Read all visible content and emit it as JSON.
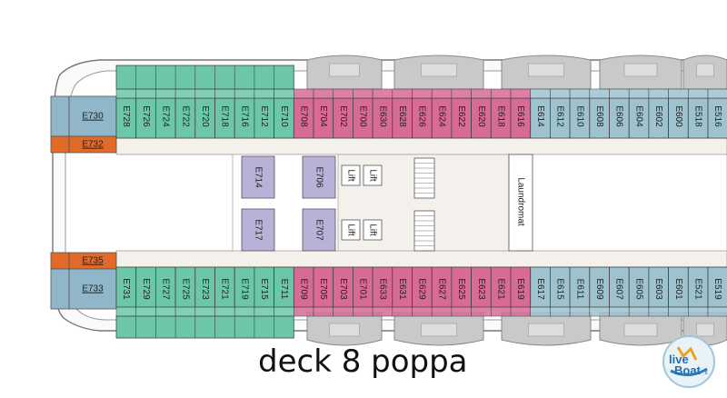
{
  "caption": "deck 8 poppa",
  "watermark": "liveBoat.it",
  "colors": {
    "suite_blue": "#8fb7c9",
    "orange": "#e06a2a",
    "teal": "#6cc7a8",
    "pink": "#d86a96",
    "blue": "#9ec3cf",
    "purple": "#b9b2d8",
    "lifeboat": "#c9c9c9",
    "corridor": "#f4f1ec"
  },
  "upper_left": [
    {
      "label": "E730",
      "type": "suite"
    },
    {
      "label": "E732",
      "type": "orange"
    }
  ],
  "lower_left": [
    {
      "label": "E735",
      "type": "orange"
    },
    {
      "label": "E733",
      "type": "suite"
    }
  ],
  "upper_row": [
    "E728",
    "E726",
    "E724",
    "E722",
    "E720",
    "E718",
    "E716",
    "E712",
    "E710",
    "E708",
    "E704",
    "E702",
    "E700",
    "E630",
    "E628",
    "E626",
    "E624",
    "E622",
    "E620",
    "E618",
    "E616",
    "E614",
    "E612",
    "E610",
    "E608",
    "E606",
    "E604",
    "E602",
    "E600",
    "E518",
    "E516"
  ],
  "upper_types": [
    "teal",
    "teal",
    "teal",
    "teal",
    "teal",
    "teal",
    "teal",
    "teal",
    "teal",
    "pink",
    "pink",
    "pink",
    "pink",
    "pink",
    "pink",
    "pink",
    "pink",
    "pink",
    "pink",
    "pink",
    "pink",
    "blue",
    "blue",
    "blue",
    "blue",
    "blue",
    "blue",
    "blue",
    "blue",
    "blue",
    "blue"
  ],
  "lower_row": [
    "E731",
    "E729",
    "E727",
    "E725",
    "E723",
    "E721",
    "E719",
    "E715",
    "E711",
    "E709",
    "E705",
    "E703",
    "E701",
    "E633",
    "E631",
    "E629",
    "E627",
    "E625",
    "E623",
    "E621",
    "E619",
    "E617",
    "E615",
    "E611",
    "E609",
    "E607",
    "E605",
    "E603",
    "E601",
    "E521",
    "E519"
  ],
  "lower_types": [
    "teal",
    "teal",
    "teal",
    "teal",
    "teal",
    "teal",
    "teal",
    "teal",
    "teal",
    "pink",
    "pink",
    "pink",
    "pink",
    "pink",
    "pink",
    "pink",
    "pink",
    "pink",
    "pink",
    "pink",
    "pink",
    "blue",
    "blue",
    "blue",
    "blue",
    "blue",
    "blue",
    "blue",
    "blue",
    "blue",
    "blue"
  ],
  "middle_cabins": [
    "E714",
    "E706",
    "E717",
    "E707"
  ],
  "lift_label": "Lift",
  "laundromat": "Laundromat"
}
